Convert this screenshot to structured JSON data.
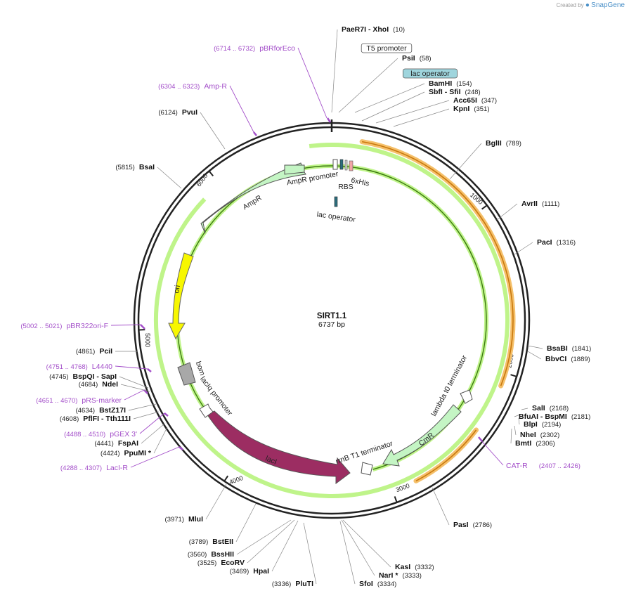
{
  "credit": {
    "prefix": "Created by",
    "brand": "SnapGene"
  },
  "plasmid": {
    "name": "SIRT1.1",
    "size_label": "6737 bp",
    "length": 6737
  },
  "tick_labels": [
    "1000",
    "2000",
    "3000",
    "4000",
    "5000",
    "6000"
  ],
  "enzymes": [
    {
      "pos": "(10)",
      "name": "PaeR7I",
      "name2": "XhoI"
    },
    {
      "pos": "(58)",
      "name": "PsiI"
    },
    {
      "pos": "(154)",
      "name": "BamHI"
    },
    {
      "pos": "(248)",
      "name": "SbfI",
      "name2": "SfiI"
    },
    {
      "pos": "(347)",
      "name": "Acc65I"
    },
    {
      "pos": "(351)",
      "name": "KpnI"
    },
    {
      "pos": "(789)",
      "name": "BglII"
    },
    {
      "pos": "(1111)",
      "name": "AvrII"
    },
    {
      "pos": "(1316)",
      "name": "PacI"
    },
    {
      "pos": "(1841)",
      "name": "BsaBI"
    },
    {
      "pos": "(1889)",
      "name": "BbvCI"
    },
    {
      "pos": "(2168)",
      "name": "SalI"
    },
    {
      "pos": "(2181)",
      "name": "BfuAI",
      "name2": "BspMI"
    },
    {
      "pos": "(2194)",
      "name": "BlpI"
    },
    {
      "pos": "(2302)",
      "name": "NheI"
    },
    {
      "pos": "(2306)",
      "name": "BmtI"
    },
    {
      "pos": "(2786)",
      "name": "PasI"
    },
    {
      "pos": "(3332)",
      "name": "KasI"
    },
    {
      "pos": "(3333)",
      "name": "NarI *"
    },
    {
      "pos": "(3334)",
      "name": "SfoI"
    },
    {
      "pos": "(3336)",
      "name": "PluTI"
    },
    {
      "pos": "(3469)",
      "name": "HpaI"
    },
    {
      "pos": "(3525)",
      "name": "EcoRV"
    },
    {
      "pos": "(3560)",
      "name": "BssHII"
    },
    {
      "pos": "(3789)",
      "name": "BstEII"
    },
    {
      "pos": "(3971)",
      "name": "MluI"
    },
    {
      "pos": "(4424)",
      "name": "PpuMI *"
    },
    {
      "pos": "(4441)",
      "name": "FspAI"
    },
    {
      "pos": "(4608)",
      "name": "PflFI",
      "name2": "Tth111I"
    },
    {
      "pos": "(4634)",
      "name": "BstZ17I"
    },
    {
      "pos": "(4684)",
      "name": "NdeI"
    },
    {
      "pos": "(4745)",
      "name": "BspQI",
      "name2": "SapI"
    },
    {
      "pos": "(4861)",
      "name": "PciI"
    },
    {
      "pos": "(5815)",
      "name": "BsaI"
    },
    {
      "pos": "(6124)",
      "name": "PvuI"
    }
  ],
  "primers": [
    {
      "range": "(6714 .. 6732)",
      "name": "pBRforEco"
    },
    {
      "range": "(6304 .. 6323)",
      "name": "Amp-R"
    },
    {
      "range": "(5002 .. 5021)",
      "name": "pBR322ori-F"
    },
    {
      "range": "(4751 .. 4768)",
      "name": "L4440"
    },
    {
      "range": "(4651 .. 4670)",
      "name": "pRS-marker"
    },
    {
      "range": "(4488 .. 4510)",
      "name": "pGEX 3'"
    },
    {
      "range": "(4288 .. 4307)",
      "name": "LacI-R"
    },
    {
      "range": "(2407 .. 2426)",
      "name": "CAT-R"
    }
  ],
  "features": [
    {
      "name": "T5 promoter"
    },
    {
      "name": "lac operator"
    },
    {
      "name": "lac operator"
    },
    {
      "name": "RBS"
    },
    {
      "name": "6xHis"
    },
    {
      "name": "AmpR promoter"
    },
    {
      "name": "AmpR"
    },
    {
      "name": "ori"
    },
    {
      "name": "bom"
    },
    {
      "name": "lacIq promoter"
    },
    {
      "name": "lacI"
    },
    {
      "name": "rrnB T1 terminator"
    },
    {
      "name": "lambda t0 terminator"
    },
    {
      "name": "CmR"
    }
  ],
  "colors": {
    "backbone": "#222222",
    "primer": "#a34ec9",
    "orf_highlight": "#f5c06a",
    "orf_line": "#c8780e",
    "ampr": "#c4f5c4",
    "ori": "#f7f700",
    "laci": "#9c2d62",
    "cmr": "#c4f5c4",
    "bom": "#a8a8a8",
    "lac_operator": "#9fd5dd",
    "green_line": "#3c7a0f",
    "green_glow": "#bff48a"
  }
}
